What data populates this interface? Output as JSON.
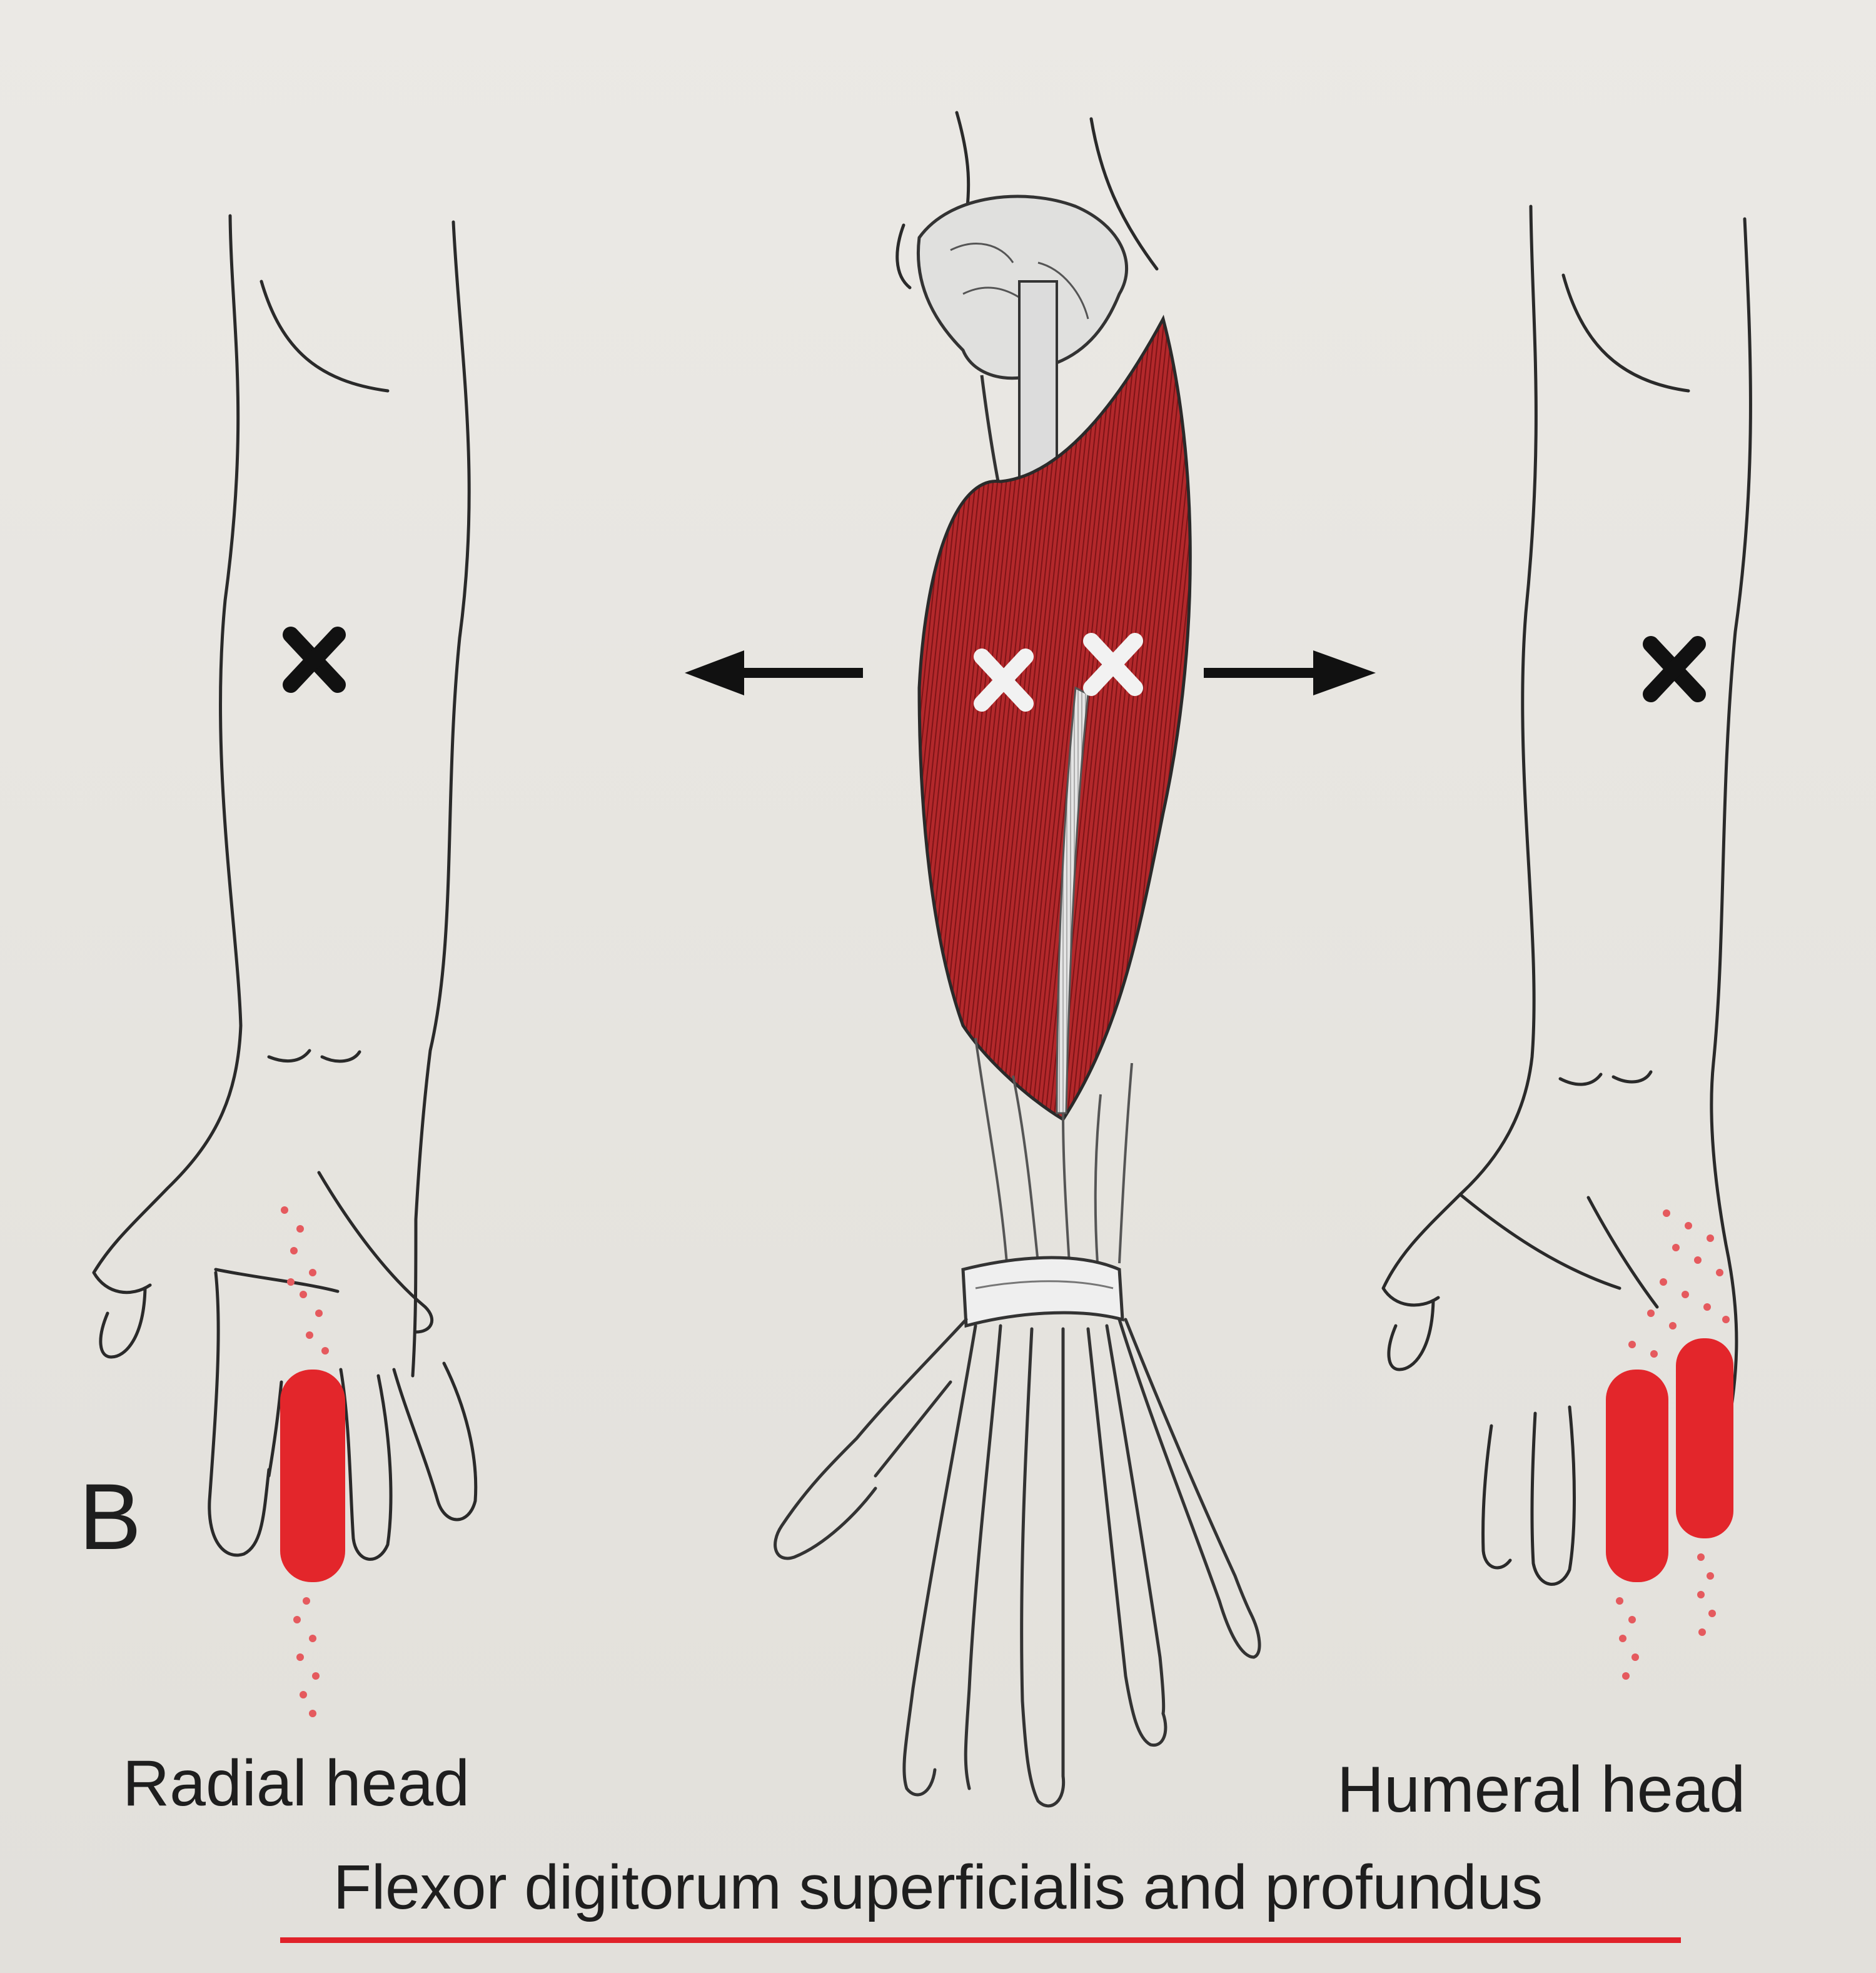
{
  "figure": {
    "panel_letter": "B",
    "left_view": {
      "label": "Radial head"
    },
    "right_view": {
      "label": "Humeral head"
    },
    "caption": "Flexor digitorum superficialis and profundus"
  },
  "colors": {
    "muscle_red": "#b3282b",
    "referred_pain_red": "#e3262b",
    "outline": "#2a2a2a",
    "background": "#e7e5e1",
    "caption_underline": "#e0222a"
  },
  "icons": {
    "trigger_point_marker": "x-mark",
    "direction_arrow": "arrow"
  }
}
